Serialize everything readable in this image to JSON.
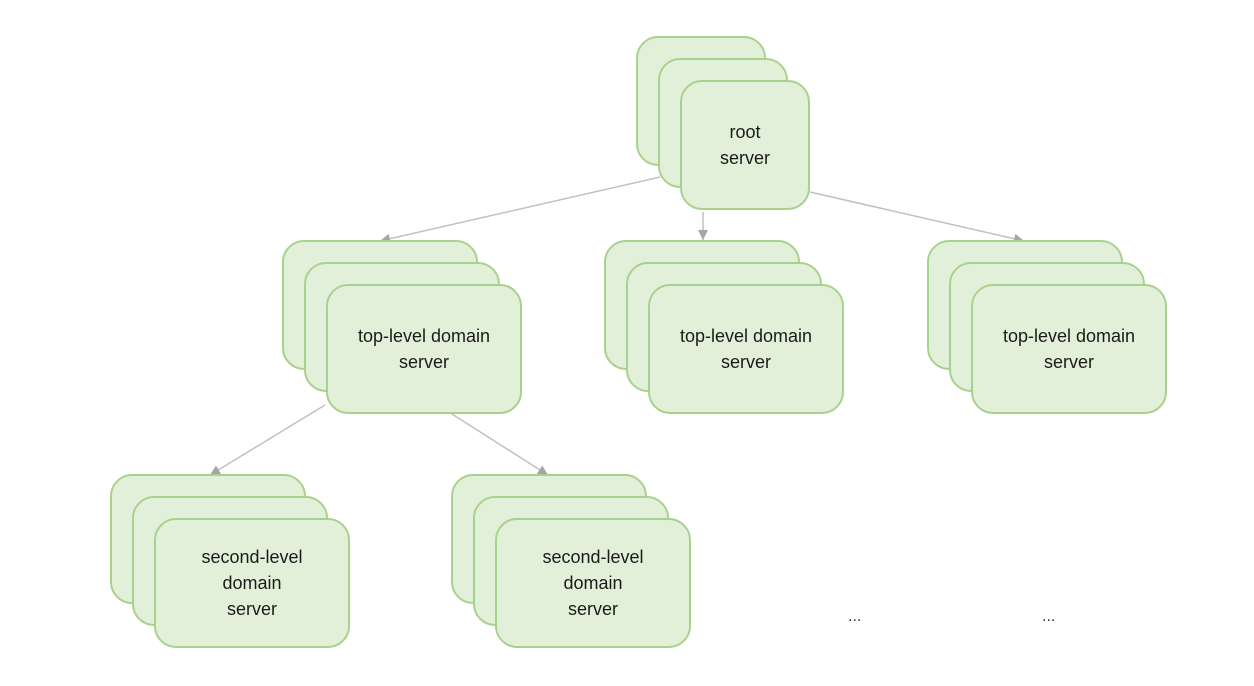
{
  "diagram": {
    "colors": {
      "fill": "#e2f0d9",
      "border": "#a9d18e",
      "edge": "#c0c0c0",
      "arrow": "#a6a6a6",
      "text": "#1a1a1a"
    },
    "nodes": [
      {
        "id": "root",
        "label": "root\nserver"
      },
      {
        "id": "tld-1",
        "label": "top-level domain\nserver"
      },
      {
        "id": "tld-2",
        "label": "top-level domain\nserver"
      },
      {
        "id": "tld-3",
        "label": "top-level domain\nserver"
      },
      {
        "id": "sld-1",
        "label": "second-level\ndomain\nserver"
      },
      {
        "id": "sld-2",
        "label": "second-level\ndomain\nserver"
      }
    ],
    "edges": [
      {
        "from": "root",
        "to": "tld-1"
      },
      {
        "from": "root",
        "to": "tld-2"
      },
      {
        "from": "root",
        "to": "tld-3"
      },
      {
        "from": "tld-1",
        "to": "sld-1"
      },
      {
        "from": "tld-1",
        "to": "sld-2"
      }
    ],
    "ellipses": [
      "...",
      "..."
    ]
  }
}
